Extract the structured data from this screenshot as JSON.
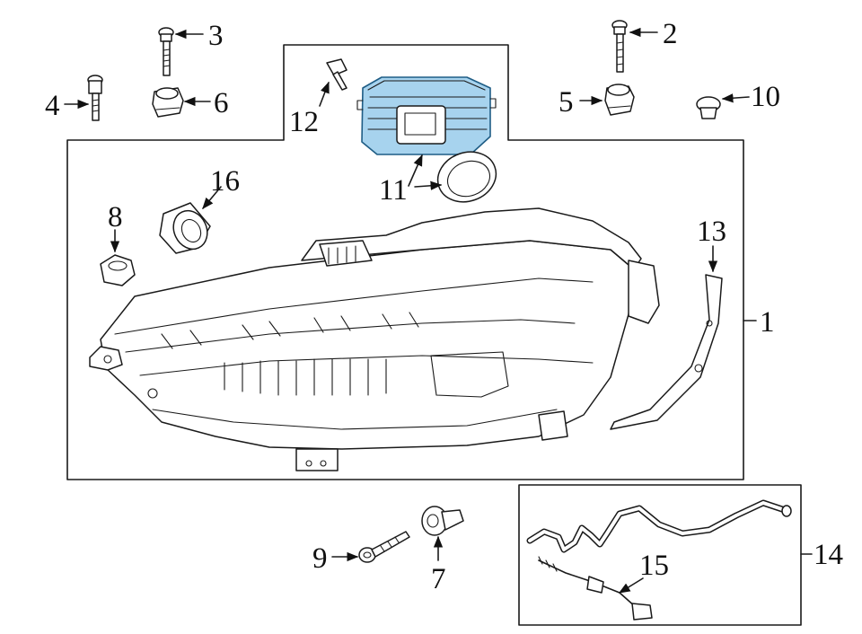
{
  "colors": {
    "line": "#1a1a1a",
    "highlight_fill": "#a7d3ee",
    "highlight_stroke": "#1f5d85",
    "background": "#ffffff"
  },
  "callouts": {
    "c1": "1",
    "c2": "2",
    "c3": "3",
    "c4": "4",
    "c5": "5",
    "c6": "6",
    "c7": "7",
    "c8": "8",
    "c9": "9",
    "c10": "10",
    "c11": "11",
    "c12": "12",
    "c13": "13",
    "c14": "14",
    "c15": "15",
    "c16": "16"
  },
  "highlighted_part": "11"
}
